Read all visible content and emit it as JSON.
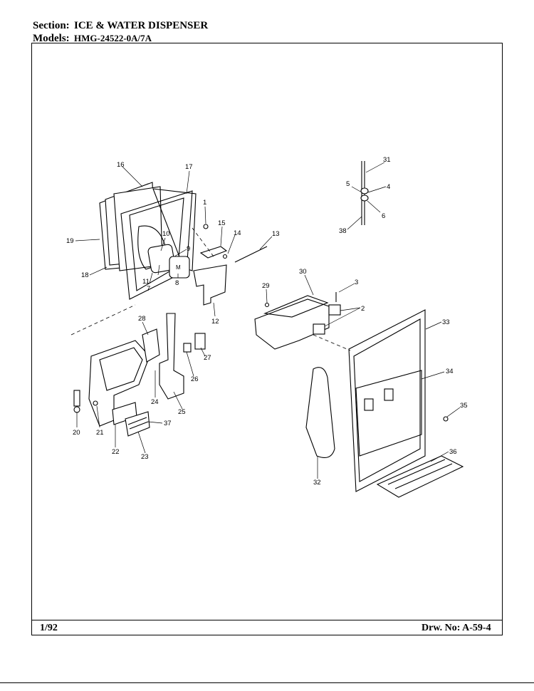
{
  "header": {
    "section_label": "Section:",
    "section_value": "ICE & WATER DISPENSER",
    "models_label": "Models:",
    "models_value": "HMG-24522-0A/7A"
  },
  "footer": {
    "date": "1/92",
    "drawing_label": "Drw. No: A-59-4"
  },
  "callouts": [
    "1",
    "2",
    "3",
    "4",
    "5",
    "6",
    "7",
    "8",
    "9",
    "10",
    "11",
    "12",
    "13",
    "14",
    "15",
    "16",
    "17",
    "18",
    "19",
    "20",
    "21",
    "22",
    "23",
    "24",
    "25",
    "26",
    "27",
    "28",
    "29",
    "30",
    "31",
    "32",
    "33",
    "34",
    "35",
    "36",
    "37",
    "38"
  ]
}
